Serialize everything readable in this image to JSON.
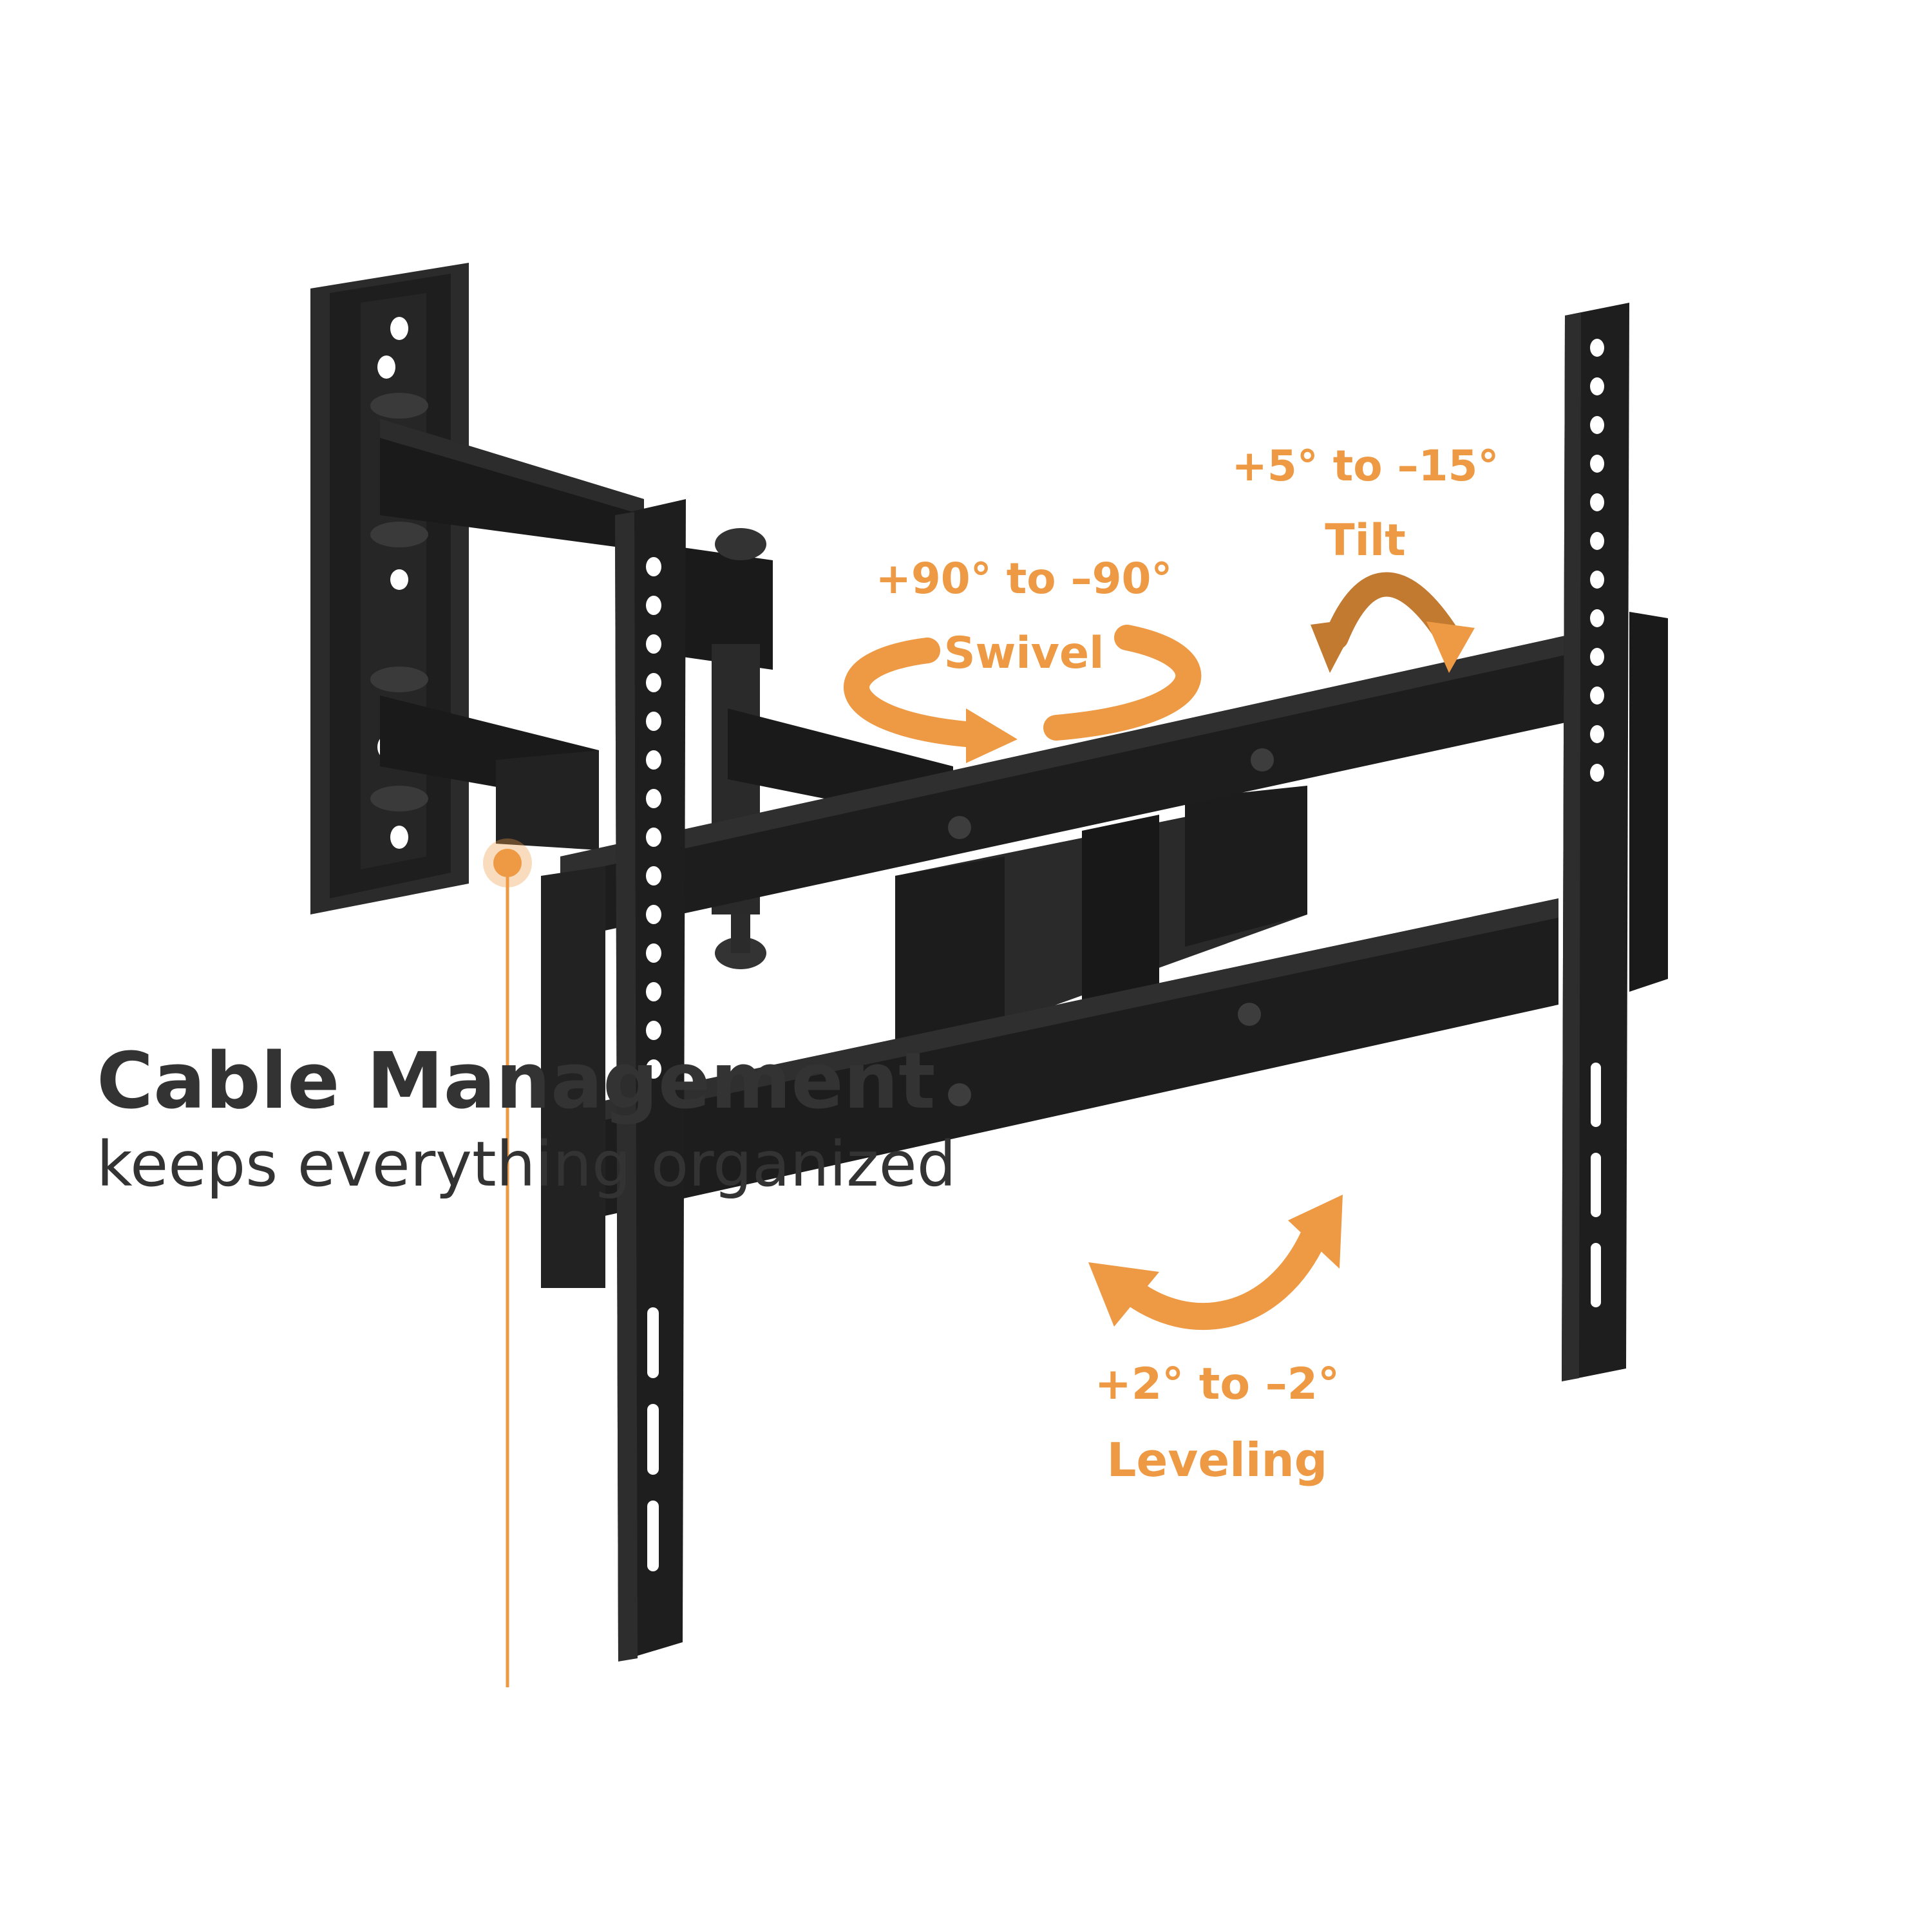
{
  "colors": {
    "accent": "#ee9a45",
    "bracket": "#1c1c1c",
    "text": "#333333",
    "background": "#ffffff"
  },
  "callouts": {
    "swivel": {
      "range": "+90° to –90°",
      "name": "Swivel",
      "icon": "swivel-arrow-icon"
    },
    "tilt": {
      "range": "+5° to –15°",
      "name": "Tilt",
      "icon": "tilt-arrow-icon"
    },
    "leveling": {
      "range": "+2° to –2°",
      "name": "Leveling",
      "icon": "leveling-arrow-icon"
    }
  },
  "feature": {
    "title": "Cable Management",
    "subtitle": "keeps everything organized"
  }
}
